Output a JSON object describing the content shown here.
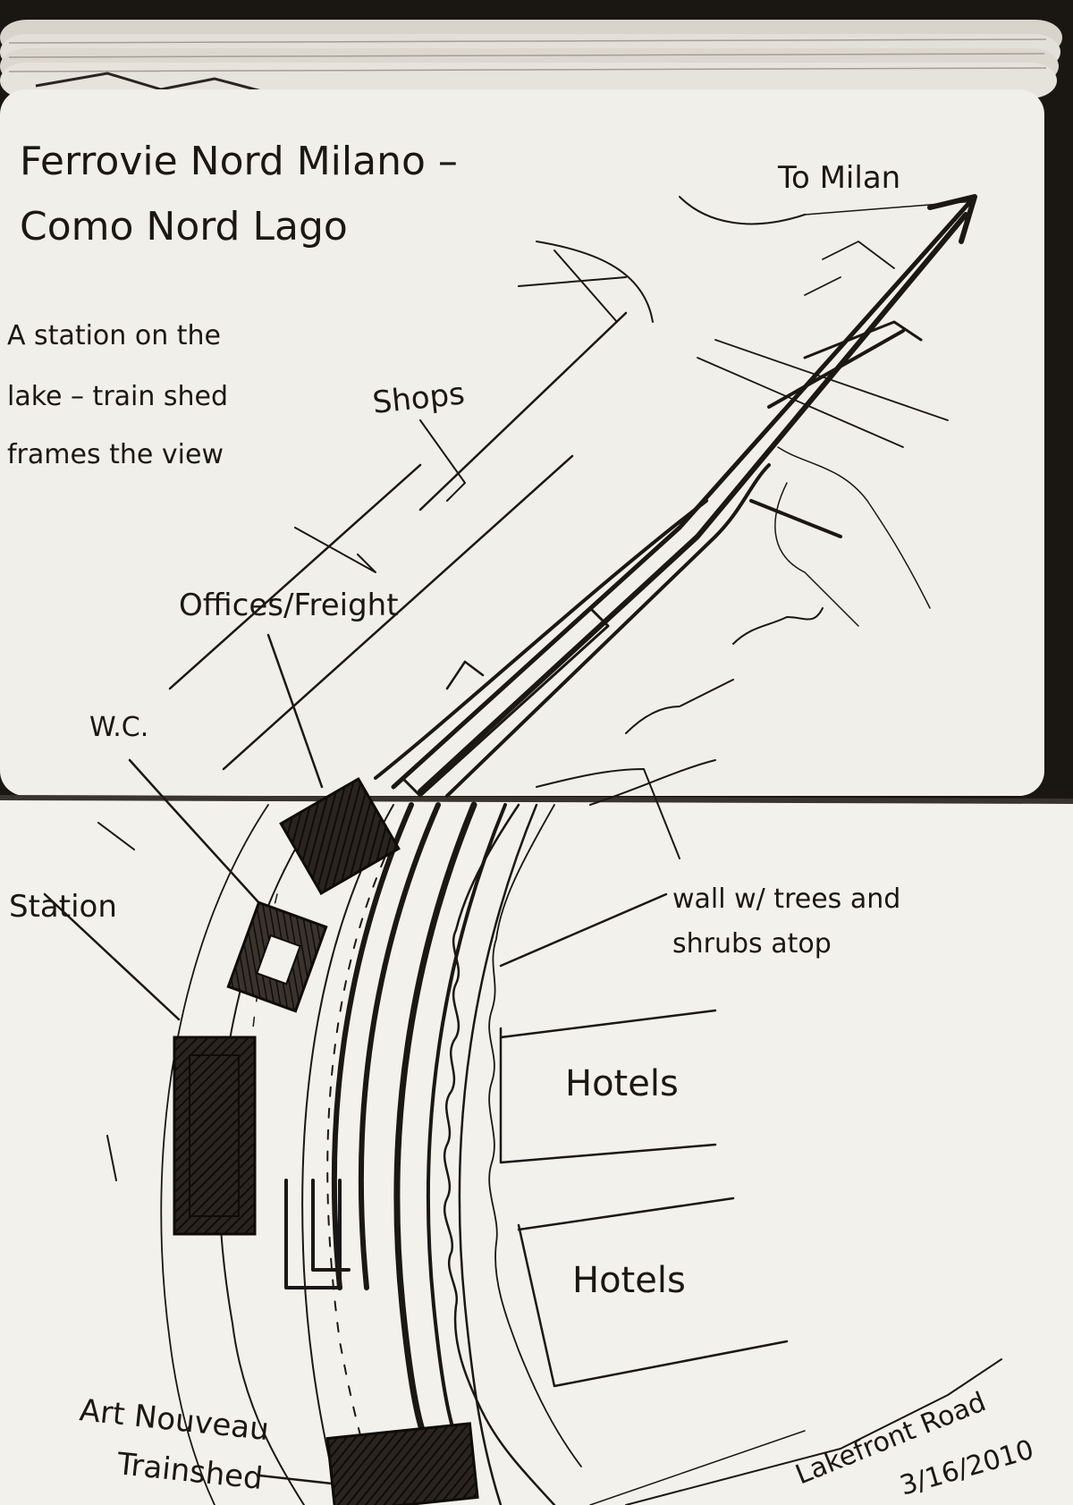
{
  "sketch": {
    "title_line1": "Ferrovie Nord Milano –",
    "title_line2": "Como Nord Lago",
    "note_line1": "A station on the",
    "note_line2": "lake – train shed",
    "note_line3": "frames the view",
    "to_milan": "To Milan",
    "shops": "Shops",
    "offices_freight": "Offices/Freight",
    "wc": "W.C.",
    "station": "Station",
    "wall_line1": "wall w/ trees and",
    "wall_line2": "shrubs atop",
    "hotels_1": "Hotels",
    "hotels_2": "Hotels",
    "art_nouveau_line1": "Art Nouveau",
    "art_nouveau_line2": "Trainshed",
    "lakefront_road": "Lakefront Road",
    "date": "3/16/2010"
  },
  "colors": {
    "paper": "#f1efe9",
    "ink": "#1b1714",
    "background": "#1a1612"
  }
}
